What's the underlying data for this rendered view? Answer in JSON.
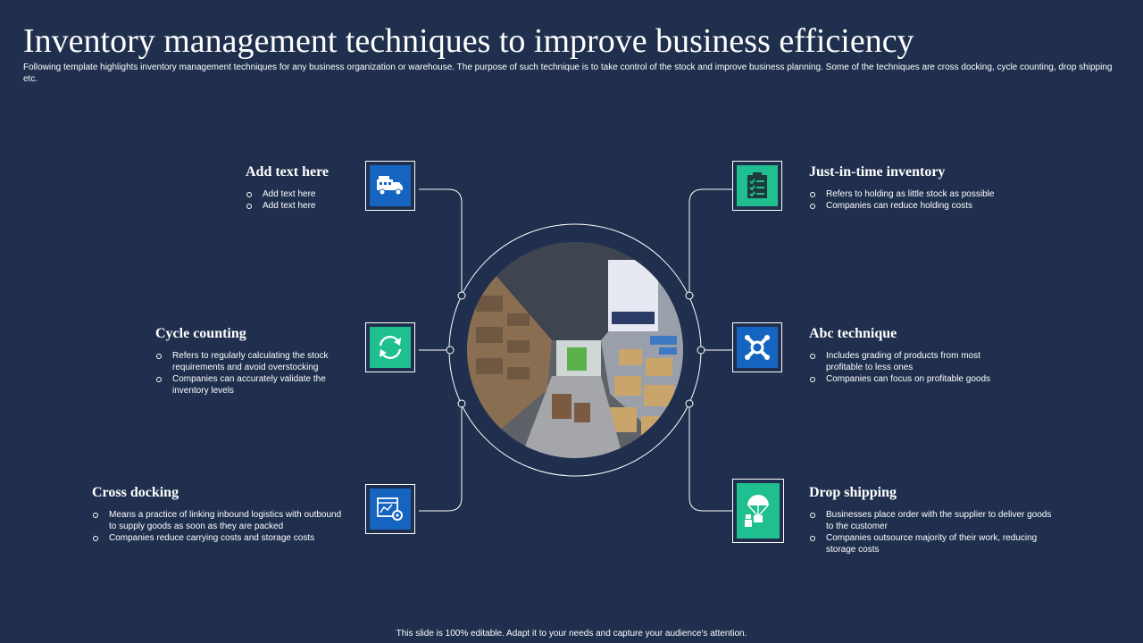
{
  "header": {
    "title": "Inventory management techniques to improve business efficiency",
    "subtitle": "Following template highlights inventory management techniques for any business organization or warehouse. The purpose of such technique is to take control of the stock and improve business planning. Some of the techniques are cross docking, cycle counting, drop shipping etc."
  },
  "items": {
    "add_text": {
      "title": "Add text here",
      "points": [
        "Add text here",
        "Add text here"
      ],
      "icon": "delivery-truck-icon"
    },
    "cycle_counting": {
      "title": "Cycle counting",
      "points": [
        "Refers to regularly calculating the stock requirements and avoid overstocking",
        "Companies can accurately validate the inventory levels"
      ],
      "icon": "refresh-cycle-icon"
    },
    "cross_docking": {
      "title": "Cross docking",
      "points": [
        "Means a practice of linking inbound logistics with outbound to supply goods as soon as they are packed",
        "Companies reduce carrying costs and storage costs"
      ],
      "icon": "dashboard-gear-icon"
    },
    "just_in_time": {
      "title": "Just-in-time inventory",
      "points": [
        "Refers to holding as little stock as possible",
        "Companies can reduce holding costs"
      ],
      "icon": "clipboard-checklist-icon"
    },
    "abc_technique": {
      "title": "Abc technique",
      "points": [
        "Includes grading of products from most profitable to less ones",
        "Companies can focus on profitable goods"
      ],
      "icon": "tools-cross-icon"
    },
    "drop_shipping": {
      "title": "Drop shipping",
      "points": [
        "Businesses place order with the supplier to deliver goods to the customer",
        "Companies outsource majority of their work, reducing storage costs"
      ],
      "icon": "parachute-box-icon"
    }
  },
  "colors": {
    "background": "#1f2f4d",
    "blue_tile": "#1565c0",
    "green_tile": "#1fbf8f"
  },
  "footer": {
    "text": "This slide is 100% editable. Adapt it to your needs and capture your audience's attention."
  }
}
